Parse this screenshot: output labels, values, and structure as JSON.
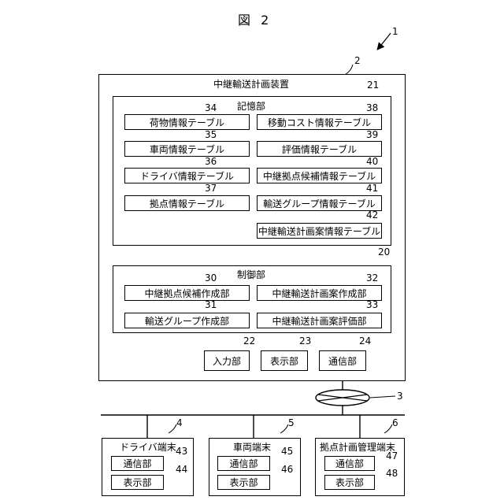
{
  "figure_title": "図 2",
  "system_ref": "1",
  "relay_device": {
    "ref": "2",
    "label": "中継輸送計画装置"
  },
  "storage": {
    "ref": "21",
    "label": "記憶部",
    "tables": [
      {
        "ref": "34",
        "label": "荷物情報テーブル"
      },
      {
        "ref": "35",
        "label": "車両情報テーブル"
      },
      {
        "ref": "36",
        "label": "ドライバ情報テーブル"
      },
      {
        "ref": "37",
        "label": "拠点情報テーブル"
      },
      {
        "ref": "38",
        "label": "移動コスト情報テーブル"
      },
      {
        "ref": "39",
        "label": "評価情報テーブル"
      },
      {
        "ref": "40",
        "label": "中継拠点候補情報テーブル"
      },
      {
        "ref": "41",
        "label": "輸送グループ情報テーブル"
      },
      {
        "ref": "42",
        "label": "中継輸送計画案情報テーブル"
      }
    ]
  },
  "control": {
    "ref": "20",
    "label": "制御部",
    "units": [
      {
        "ref": "30",
        "label": "中継拠点候補作成部"
      },
      {
        "ref": "31",
        "label": "輸送グループ作成部"
      },
      {
        "ref": "32",
        "label": "中継輸送計画案作成部"
      },
      {
        "ref": "33",
        "label": "中継輸送計画案評価部"
      }
    ]
  },
  "io": [
    {
      "ref": "22",
      "label": "入力部"
    },
    {
      "ref": "23",
      "label": "表示部"
    },
    {
      "ref": "24",
      "label": "通信部"
    }
  ],
  "network_ref": "3",
  "terminals": [
    {
      "ref": "4",
      "label": "ドライバ端末",
      "comm": {
        "ref": "43",
        "label": "通信部"
      },
      "display": {
        "ref": "44",
        "label": "表示部"
      }
    },
    {
      "ref": "5",
      "label": "車両端末",
      "comm": {
        "ref": "45",
        "label": "通信部"
      },
      "display": {
        "ref": "46",
        "label": "表示部"
      }
    },
    {
      "ref": "6",
      "label": "拠点計画管理端末",
      "comm": {
        "ref": "47",
        "label": "通信部"
      },
      "display": {
        "ref": "48",
        "label": "表示部"
      }
    }
  ]
}
